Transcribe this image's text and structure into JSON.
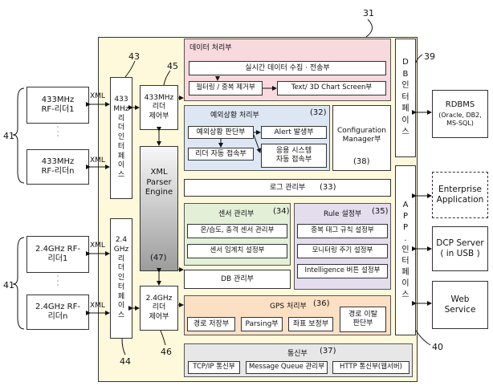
{
  "colors": {
    "main_panel": "#fff9dc",
    "data_section": "#f8d9de",
    "exception_section": "#dde7f4",
    "sensor_section": "#e4efd8",
    "rule_section": "#e4ddee",
    "gps_section": "#fce0c4",
    "comm_section": "#e7e7e7",
    "parser_gradient_top": "#f7f7f7",
    "parser_gradient_bottom": "#9c9c9c"
  },
  "refs": {
    "r31": "31",
    "r39": "39",
    "r43": "43",
    "r45": "45",
    "r41a": "41",
    "r41b": "41",
    "r44": "44",
    "r46": "46",
    "r40": "40",
    "r32": "(32)",
    "r33": "(33)",
    "r34": "(34)",
    "r35": "(35)",
    "r36": "(36)",
    "r37": "(37)",
    "r38": "(38)",
    "r47": "(47)"
  },
  "left": {
    "reader433_1": "433MHz\nRF-리더1",
    "reader433_n": "433MHz\nRF-리더n",
    "reader24_1": "2.4GHz RF-\n리더1",
    "reader24_n": "2.4GHz RF-\n리더n",
    "dots": "·\n·\n·",
    "xml": "XML"
  },
  "iface": {
    "i433": "433\nMHz\n리\n더\n인\n터\n페\n이\n스",
    "i24": "2.4\nGHz\n리\n더\n인\n터\n페\n이\n스",
    "c433": "433MHz\n리더\n제어부",
    "c24": "2.4GHz\n리더\n제어부"
  },
  "parser": {
    "label": "XML\nParser\nEngine"
  },
  "data_section": {
    "title": "데이터 처리부",
    "realtime": "실시간 데이터 수집 · 전송부",
    "filter": "필터링 / 중복 제거부",
    "chart": "Text/ 3D Chart Screen부"
  },
  "exception_section": {
    "title": "예외상황 처리부",
    "judge": "예외상황 판단부",
    "alert": "Alert 발생부",
    "reader_auto": "리더 자동 접속부",
    "app_auto": "응용 시스템\n자동 접속부"
  },
  "config": {
    "label": "Configuration\nManager부"
  },
  "log": {
    "label": "로그 관리부"
  },
  "sensor_section": {
    "title": "센서 관리부",
    "temp": "온/습도, 충격 센서 관리부",
    "threshold": "센서 임계치 설정부"
  },
  "rule_section": {
    "title": "Rule 설정부",
    "dup": "중복 태그 규칙 설정부",
    "monitor": "모니터링 주기 설정부",
    "intel": "Intelligence 버튼 설정부"
  },
  "db": {
    "label": "DB 관리부"
  },
  "gps_section": {
    "title": "GPS 처리부",
    "route": "경로 저장부",
    "parsing": "Parsing부",
    "coord": "좌표 보정부",
    "deviation": "경로 이탈\n판단부"
  },
  "comm_section": {
    "title": "통신부",
    "tcp": "TCP/IP 통신부",
    "mq": "Message Queue 관리부",
    "http": "HTTP 통신부(웹서버)"
  },
  "db_iface": {
    "label": "D\nB\n인\n터\n페\n이\n스"
  },
  "app_iface": {
    "label": "A\nP\nP\n.\n인\n터\n페\n이\n스"
  },
  "right": {
    "rdbms": "RDBMS",
    "rdbms_sub": "(Oracle, DB2,\nMS-SQL)",
    "enterprise": "Enterprise\nApplication",
    "dcp": "DCP Server\n( in USB )",
    "web": "Web\nService"
  }
}
